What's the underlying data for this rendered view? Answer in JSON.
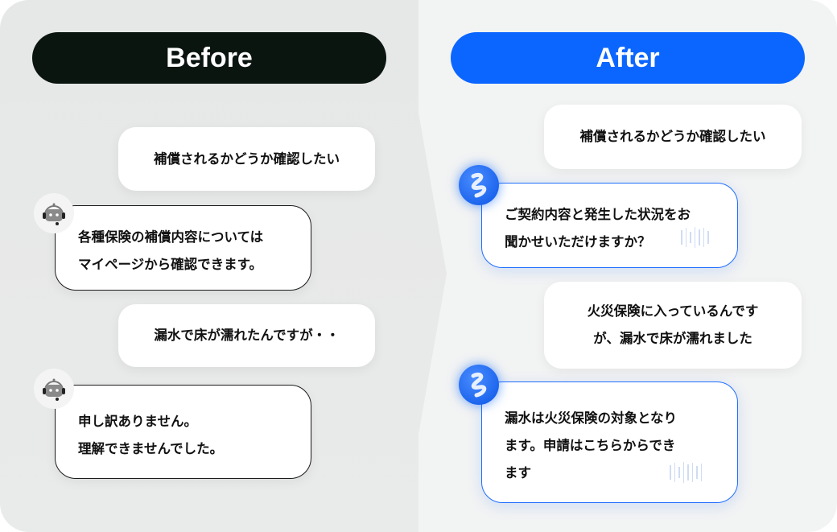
{
  "before": {
    "title": "Before",
    "messages": [
      {
        "role": "user",
        "text": "補償されるかどうか確認したい"
      },
      {
        "role": "bot",
        "lines": [
          "各種保険の補償内容については",
          "マイページから確認できます。"
        ]
      },
      {
        "role": "user",
        "text": "漏水で床が濡れたんですが・・"
      },
      {
        "role": "bot",
        "lines": [
          "申し訳ありません。",
          "理解できませんでした。"
        ]
      }
    ]
  },
  "after": {
    "title": "After",
    "messages": [
      {
        "role": "user",
        "text": "補償されるかどうか確認したい"
      },
      {
        "role": "bot",
        "lines": [
          "ご契約内容と発生した状況をお",
          "聞かせいただけますか？"
        ]
      },
      {
        "role": "user",
        "lines": [
          "火災保険に入っているんです",
          "が、漏水で床が濡れました"
        ]
      },
      {
        "role": "bot",
        "lines": [
          "漏水は火災保険の対象となり",
          "ます。申請はこちらからでき",
          "ます"
        ]
      }
    ]
  },
  "colors": {
    "before_pill": "#0b1510",
    "after_pill": "#0a66ff"
  }
}
